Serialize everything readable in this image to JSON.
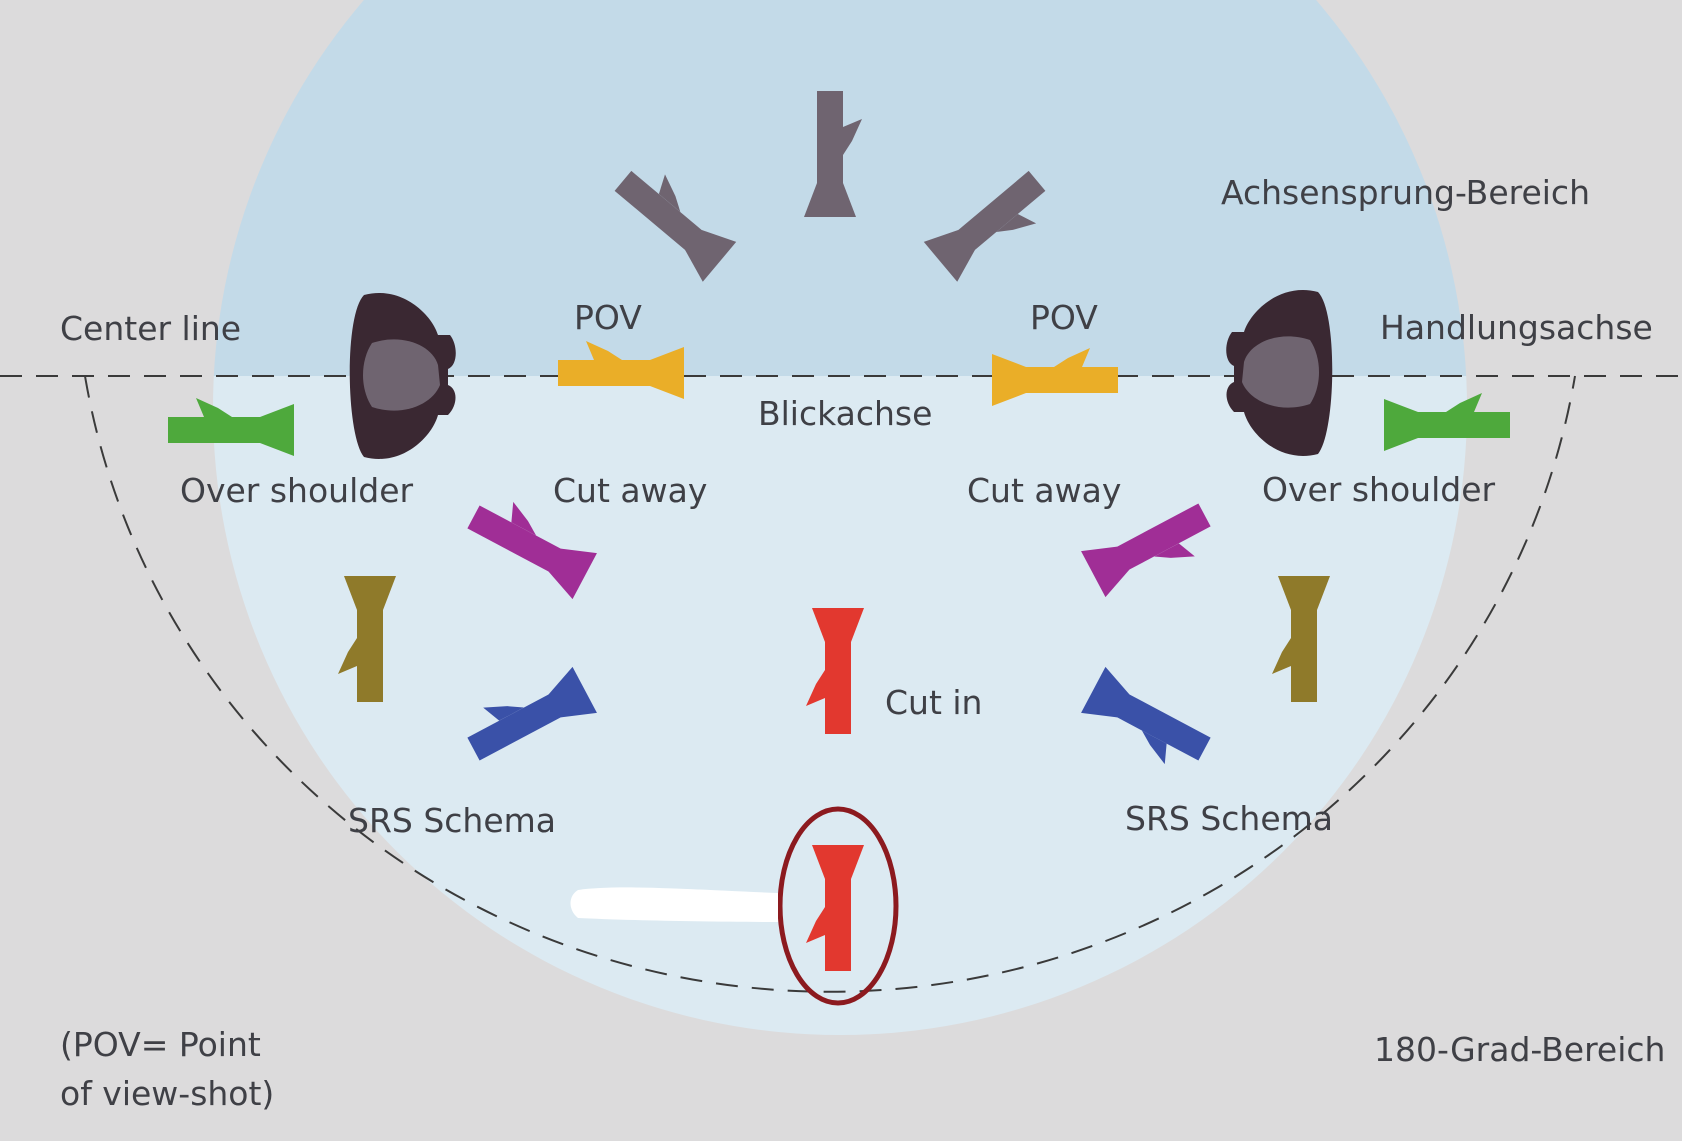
{
  "labels": {
    "achsensprung": "Achsensprung-Bereich",
    "center_line": "Center line",
    "handlungsachse": "Handlungsachse",
    "pov_left": "POV",
    "pov_right": "POV",
    "blickachse": "Blickachse",
    "over_shoulder_left": "Over shoulder",
    "cut_away_left": "Cut away",
    "cut_away_right": "Cut away",
    "over_shoulder_right": "Over shoulder",
    "cut_in": "Cut in",
    "srs_left": "SRS Schema",
    "srs_right": "SRS Schema",
    "pov_note_line1": "(POV= Point",
    "pov_note_line2": "of view-shot)",
    "grad_bereich": "180-Grad-Bereich"
  },
  "colors": {
    "background": "#dcdbdc",
    "circle_upper": "#c3dae8",
    "circle_lower": "#dceaf2",
    "achsensprung_camera": "#6f6470",
    "pov_camera": "#eaae28",
    "over_shoulder_camera": "#4ea93c",
    "cut_away_camera": "#a02e96",
    "srs_blue_camera": "#3a51a8",
    "srs_olive_camera": "#8f7a2a",
    "cut_in_camera": "#e2382f",
    "actor_body": "#3a2832",
    "actor_head": "#6f6470",
    "highlight_ring": "#8c1a1f",
    "dash_line": "#3a3a3a"
  },
  "icons": [
    "camera-icon",
    "actor-icon",
    "highlight-ring-icon"
  ]
}
